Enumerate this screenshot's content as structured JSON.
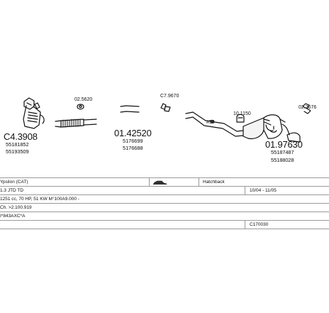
{
  "parts": [
    {
      "code": "C4.3908",
      "refs": [
        "55181852",
        "55193509"
      ]
    },
    {
      "code": "02.5620"
    },
    {
      "code": "01.42520",
      "refs": [
        "5176699",
        "5176688"
      ]
    },
    {
      "code": "C7.9670"
    },
    {
      "code": "50"
    },
    {
      "code": "10.1150"
    },
    {
      "code": "01.97630",
      "refs": [
        "55187487",
        "55188028"
      ]
    },
    {
      "code": "02.2676"
    }
  ],
  "spec": {
    "model": "Ypsilon (CAT)",
    "body_type": "Hatchback",
    "engine_name": "1.3 JTD TD",
    "period": "10/04 - 11/05",
    "engine_detail": "1251 cc, 70 HP, 51 KW M°100A9.000 -",
    "ch": "Ch. >2.100.919",
    "type_code": "I*843AXC*A",
    "ref": "C170030"
  }
}
